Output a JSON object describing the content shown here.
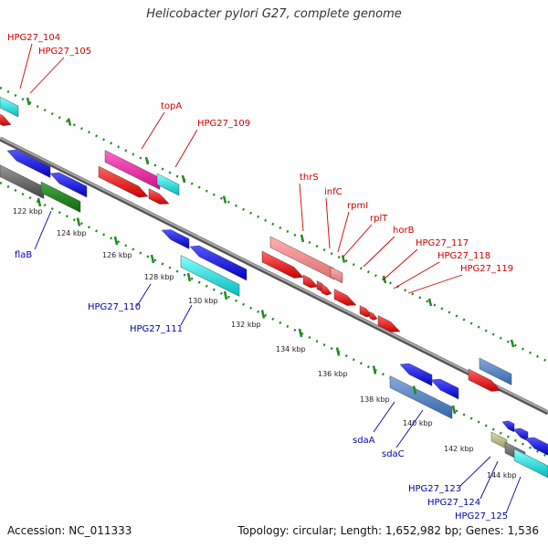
{
  "title": "Helicobacter pylori G27, complete genome",
  "footer": {
    "accession": "Accession: NC_011333",
    "topology": "Topology: circular; Length: 1,652,982 bp; Genes: 1,536"
  },
  "colors": {
    "forward_label": "#cc0000",
    "reverse_label": "#0000aa",
    "backbone": "#888888",
    "tick": "#228822"
  },
  "scale_ticks": [
    "122 kbp",
    "124 kbp",
    "126 kbp",
    "128 kbp",
    "130 kbp",
    "132 kbp",
    "134 kbp",
    "136 kbp",
    "138 kbp",
    "140 kbp",
    "142 kbp",
    "144 kbp"
  ],
  "forward_labels": [
    "HPG27_104",
    "HPG27_105",
    "topA",
    "HPG27_109",
    "thrS",
    "infC",
    "rpmI",
    "rplT",
    "horB",
    "HPG27_117",
    "HPG27_118",
    "HPG27_119"
  ],
  "reverse_labels": [
    "flaB",
    "HPG27_110",
    "HPG27_111",
    "sdaA",
    "sdaC",
    "HPG27_123",
    "HPG27_124",
    "HPG27_125"
  ]
}
